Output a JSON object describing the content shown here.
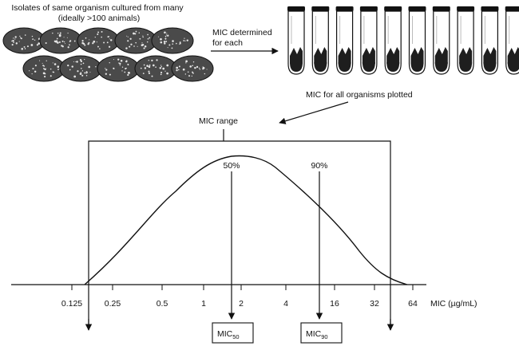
{
  "top": {
    "isolates_line1": "Isolates of same organism cultured from many",
    "isolates_line2": "(ideally >100 animals)",
    "mic_determined_line1": "MIC determined",
    "mic_determined_line2": "for each",
    "mic_all_plotted": "MIC for all organisms plotted",
    "plate_count": 10,
    "tube_count": 10
  },
  "graph": {
    "range_label": "MIC range",
    "pct50_label": "50%",
    "pct90_label": "90%",
    "axis_ticks": [
      "0.125",
      "0.25",
      "0.5",
      "1",
      "2",
      "4",
      "16",
      "32",
      "64"
    ],
    "axis_label": "MIC (µg/mL)",
    "mic50": {
      "base": "MIC",
      "sub": "50"
    },
    "mic90": {
      "base": "MIC",
      "sub": "90"
    }
  },
  "colors": {
    "ink": "#111111",
    "plate_fill": "#4a4a4a",
    "tube_fill": "#1e1e1e"
  }
}
